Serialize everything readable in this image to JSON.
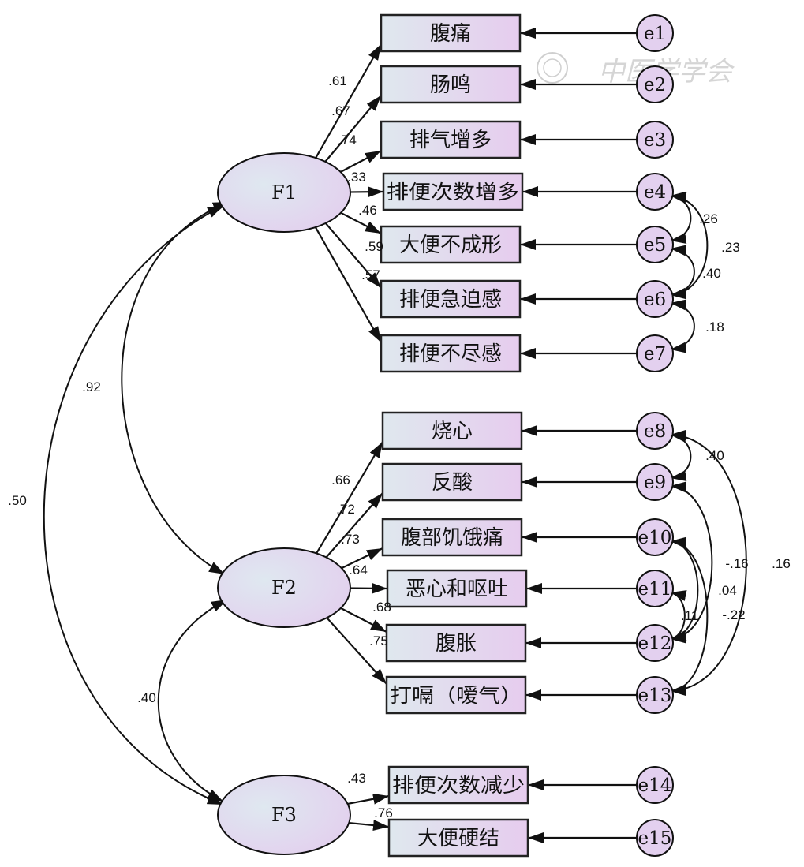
{
  "diagram": {
    "factors": [
      {
        "id": "F1",
        "label": "F1"
      },
      {
        "id": "F2",
        "label": "F2"
      },
      {
        "id": "F3",
        "label": "F3"
      }
    ],
    "indicators": [
      {
        "id": "v1",
        "label": "腹痛",
        "factor": "F1",
        "loading": ".61",
        "error": "e1"
      },
      {
        "id": "v2",
        "label": "肠鸣",
        "factor": "F1",
        "loading": ".67",
        "error": "e2"
      },
      {
        "id": "v3",
        "label": "排气增多",
        "factor": "F1",
        "loading": ".74",
        "error": "e3"
      },
      {
        "id": "v4",
        "label": "排便次数增多",
        "factor": "F1",
        "loading": ".33",
        "error": "e4"
      },
      {
        "id": "v5",
        "label": "大便不成形",
        "factor": "F1",
        "loading": ".46",
        "error": "e5"
      },
      {
        "id": "v6",
        "label": "排便急迫感",
        "factor": "F1",
        "loading": ".59",
        "error": "e6"
      },
      {
        "id": "v7",
        "label": "排便不尽感",
        "factor": "F1",
        "loading": ".57",
        "error": "e7"
      },
      {
        "id": "v8",
        "label": "烧心",
        "factor": "F2",
        "loading": ".66",
        "error": "e8"
      },
      {
        "id": "v9",
        "label": "反酸",
        "factor": "F2",
        "loading": ".72",
        "error": "e9"
      },
      {
        "id": "v10",
        "label": "腹部饥饿痛",
        "factor": "F2",
        "loading": ".73",
        "error": "e10"
      },
      {
        "id": "v11",
        "label": "恶心和呕吐",
        "factor": "F2",
        "loading": ".64",
        "error": "e11"
      },
      {
        "id": "v12",
        "label": "腹胀",
        "factor": "F2",
        "loading": ".68",
        "error": "e12"
      },
      {
        "id": "v13",
        "label": "打嗝（嗳气）",
        "factor": "F2",
        "loading": ".75",
        "error": "e13"
      },
      {
        "id": "v14",
        "label": "排便次数减少",
        "factor": "F3",
        "loading": ".43",
        "error": "e14"
      },
      {
        "id": "v15",
        "label": "大便硬结",
        "factor": "F3",
        "loading": ".76",
        "error": "e15"
      }
    ],
    "factor_correlations": [
      {
        "from": "F1",
        "to": "F2",
        "value": ".92"
      },
      {
        "from": "F1",
        "to": "F3",
        "value": ".50"
      },
      {
        "from": "F2",
        "to": "F3",
        "value": ".40"
      }
    ],
    "error_covariances": [
      {
        "from": "e4",
        "to": "e5",
        "value": ".26"
      },
      {
        "from": "e4",
        "to": "e6",
        "value": ".23"
      },
      {
        "from": "e5",
        "to": "e6",
        "value": ".40"
      },
      {
        "from": "e6",
        "to": "e7",
        "value": ".18"
      },
      {
        "from": "e8",
        "to": "e9",
        "value": ".40"
      },
      {
        "from": "e8",
        "to": "e13",
        "value": ".16"
      },
      {
        "from": "e9",
        "to": "e12",
        "value": "-.16"
      },
      {
        "from": "e10",
        "to": "e13",
        "value": ".04"
      },
      {
        "from": "e10",
        "to": "e12",
        "value": "-.22"
      },
      {
        "from": "e11",
        "to": "e12",
        "value": ".11"
      }
    ],
    "watermark": "中医学学会"
  },
  "colors": {
    "line": "#111111",
    "fill_left": "#dfe8ee",
    "fill_right": "#e7cdee",
    "box_border": "#333333"
  }
}
